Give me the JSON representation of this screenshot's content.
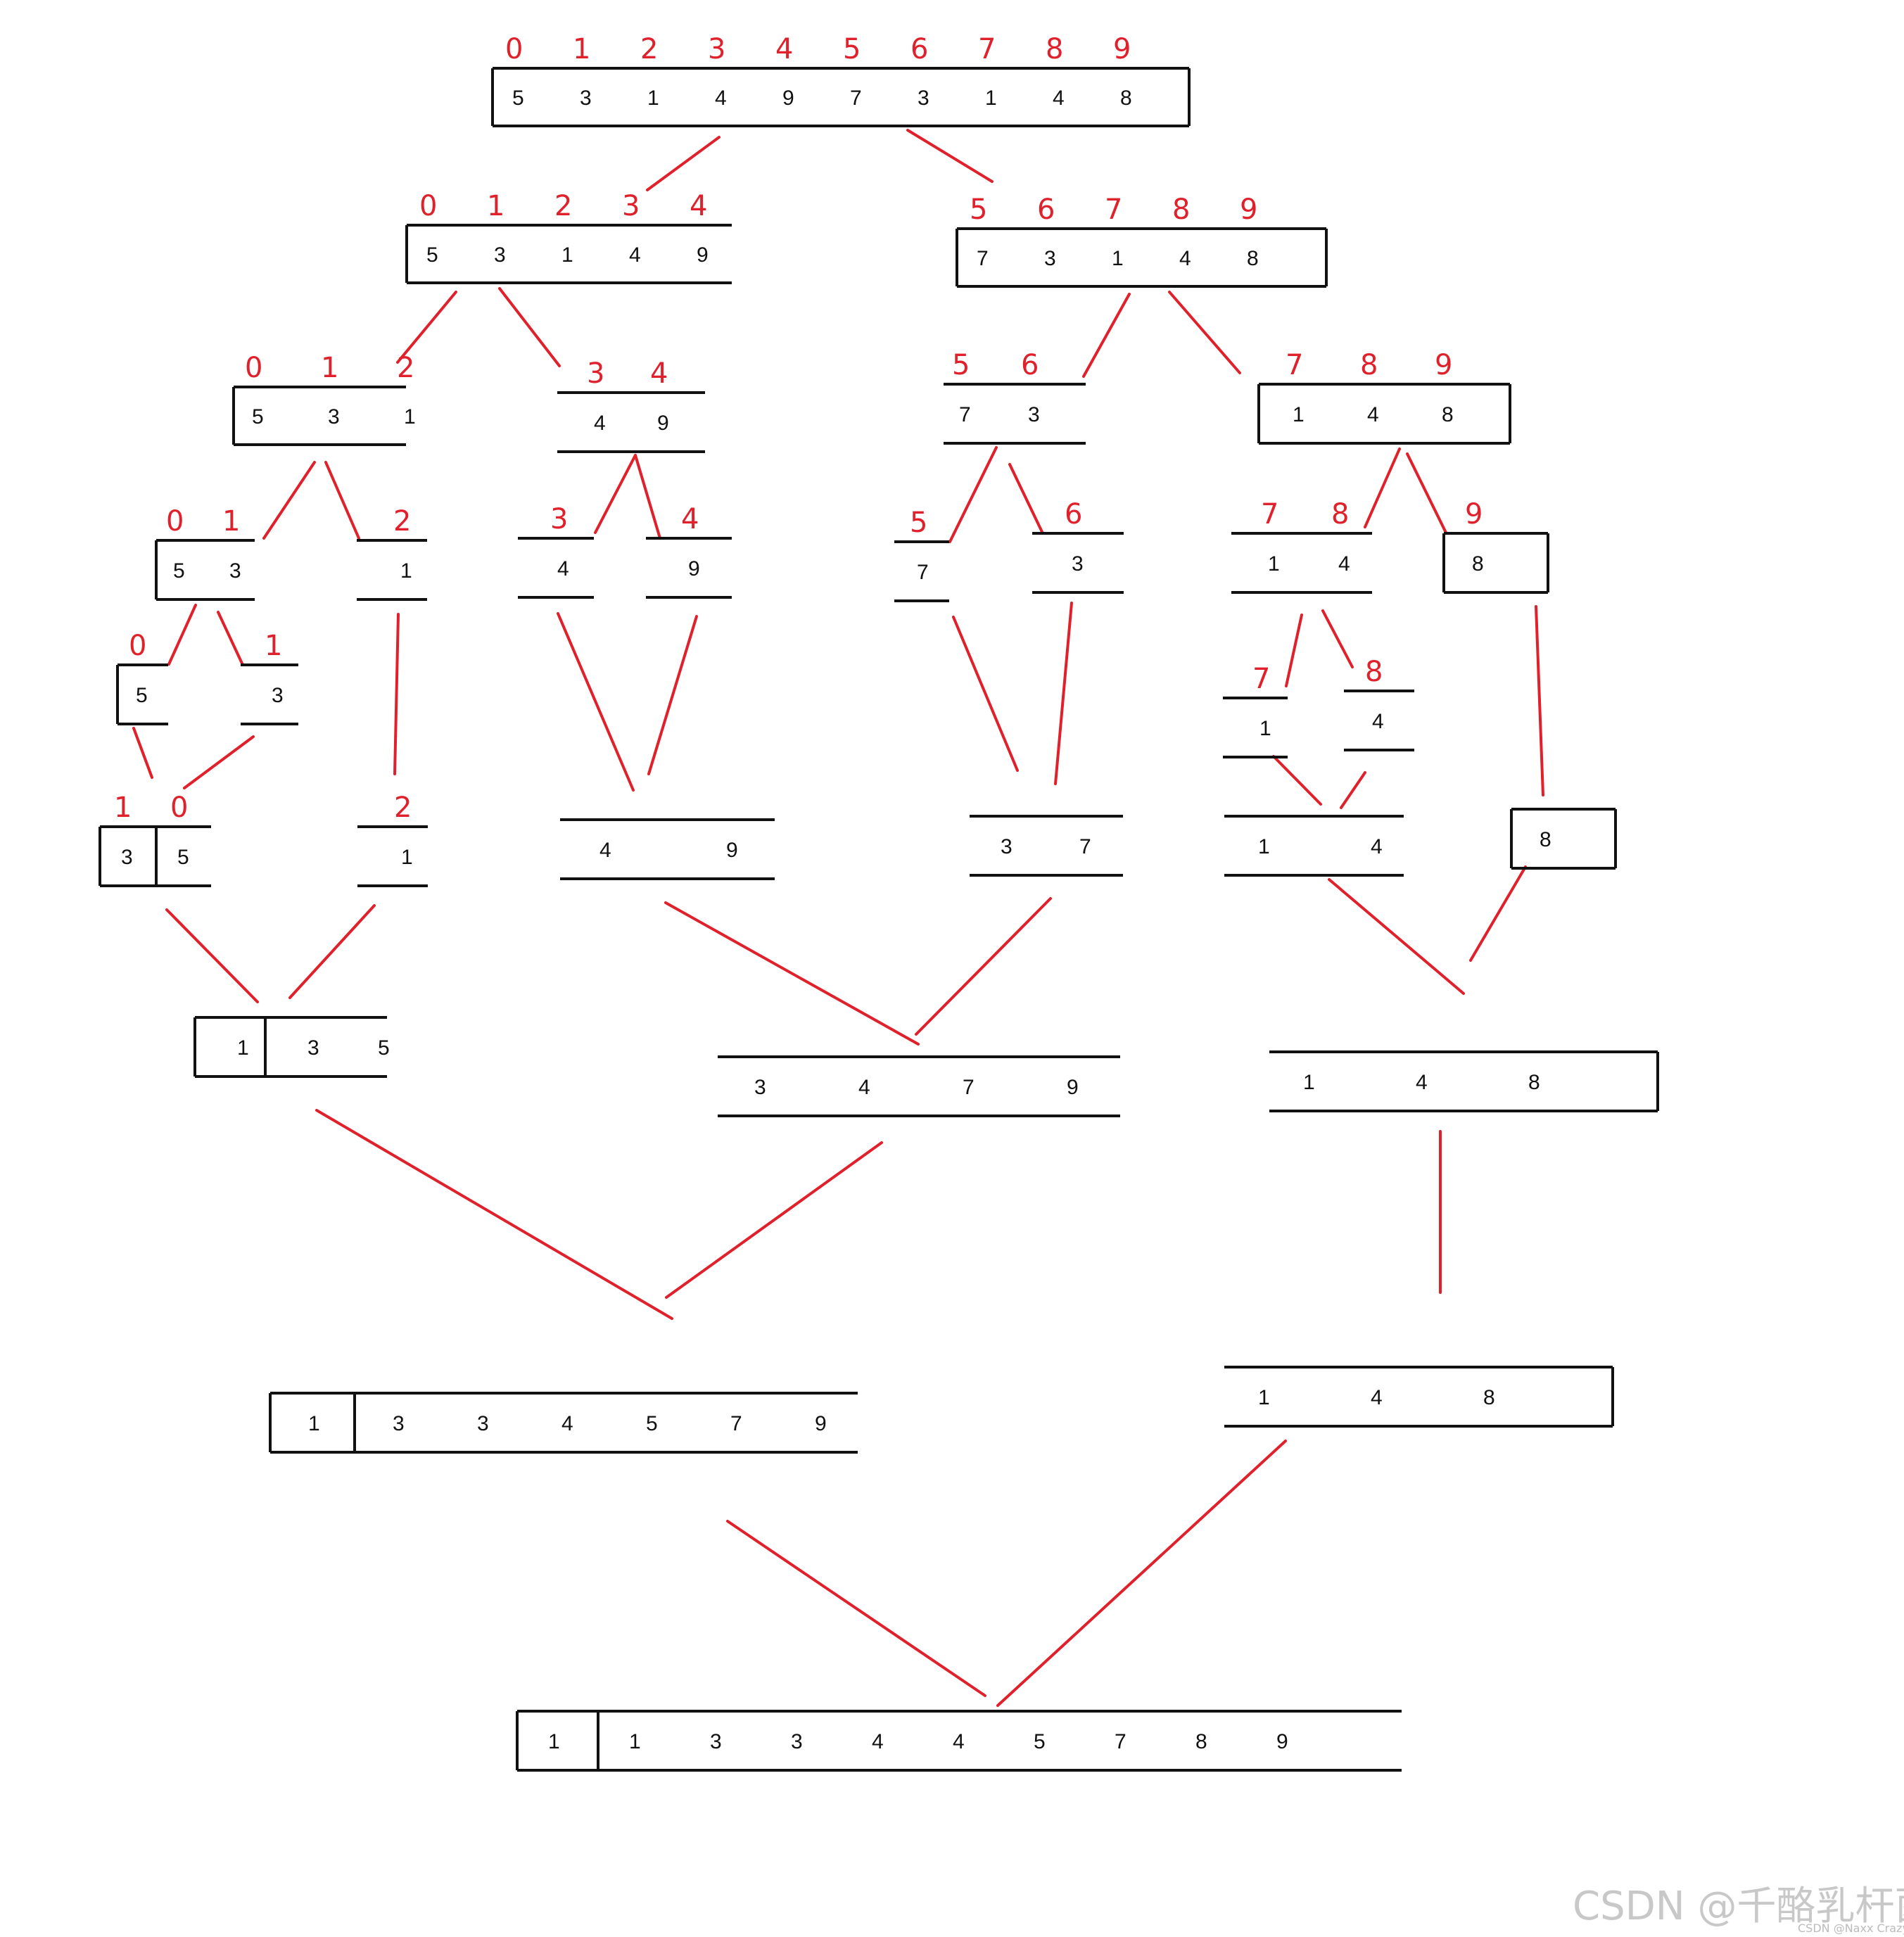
{
  "diagram": {
    "top_array": {
      "indices": [
        "0",
        "1",
        "2",
        "3",
        "4",
        "5",
        "6",
        "7",
        "8",
        "9"
      ],
      "values": [
        "5",
        "3",
        "1",
        "4",
        "9",
        "7",
        "3",
        "1",
        "4",
        "8"
      ]
    },
    "left_half": {
      "indices": [
        "0",
        "1",
        "2",
        "3",
        "4"
      ],
      "values": [
        "5",
        "3",
        "1",
        "4",
        "9"
      ]
    },
    "right_half": {
      "indices": [
        "5",
        "6",
        "7",
        "8",
        "9"
      ],
      "values": [
        "7",
        "3",
        "1",
        "4",
        "8"
      ]
    },
    "n012": {
      "indices": [
        "0",
        "1",
        "2"
      ],
      "values": [
        "5",
        "3",
        "1"
      ]
    },
    "n34": {
      "indices": [
        "3",
        "4"
      ],
      "values": [
        "4",
        "9"
      ]
    },
    "n56": {
      "indices": [
        "5",
        "6"
      ],
      "values": [
        "7",
        "3"
      ]
    },
    "n789": {
      "indices": [
        "7",
        "8",
        "9"
      ],
      "values": [
        "1",
        "4",
        "8"
      ]
    },
    "n01": {
      "indices": [
        "0",
        "1"
      ],
      "values": [
        "5",
        "3"
      ]
    },
    "n2": {
      "indices": [
        "2"
      ],
      "values": [
        "1"
      ]
    },
    "n3": {
      "indices": [
        "3"
      ],
      "values": [
        "4"
      ]
    },
    "n4": {
      "indices": [
        "4"
      ],
      "values": [
        "9"
      ]
    },
    "n5": {
      "indices": [
        "5"
      ],
      "values": [
        "7"
      ]
    },
    "n6": {
      "indices": [
        "6"
      ],
      "values": [
        "3"
      ]
    },
    "n78": {
      "indices": [
        "7",
        "8"
      ],
      "values": [
        "1",
        "4"
      ]
    },
    "n9": {
      "indices": [
        "9"
      ],
      "values": [
        "8"
      ]
    },
    "n0": {
      "indices": [
        "0"
      ],
      "values": [
        "5"
      ]
    },
    "n1": {
      "indices": [
        "1"
      ],
      "values": [
        "3"
      ]
    },
    "n7": {
      "indices": [
        "7"
      ],
      "values": [
        "1"
      ]
    },
    "n8": {
      "indices": [
        "8"
      ],
      "values": [
        "4"
      ]
    },
    "m10": {
      "indices": [
        "1",
        "0"
      ],
      "values": [
        "3",
        "5"
      ]
    },
    "m2": {
      "indices": [
        "2"
      ],
      "values": [
        "1"
      ]
    },
    "m34": {
      "values": [
        "4",
        "9"
      ]
    },
    "m56": {
      "values": [
        "3",
        "7"
      ]
    },
    "m78": {
      "values": [
        "1",
        "4"
      ]
    },
    "m9": {
      "values": [
        "8"
      ]
    },
    "m012": {
      "values": [
        "1",
        "3",
        "5"
      ]
    },
    "m3456": {
      "values": [
        "3",
        "4",
        "7",
        "9"
      ]
    },
    "m789": {
      "values": [
        "1",
        "4",
        "8"
      ]
    },
    "m0to6": {
      "values": [
        "1",
        "3",
        "3",
        "4",
        "5",
        "7",
        "9"
      ]
    },
    "m789b": {
      "values": [
        "1",
        "4",
        "8"
      ]
    },
    "final": {
      "values": [
        "1",
        "1",
        "3",
        "3",
        "4",
        "4",
        "5",
        "7",
        "8",
        "9"
      ]
    }
  },
  "watermark": {
    "text": "CSDN @千酪乳杆菌",
    "small": "CSDN @Naxx Crazy"
  },
  "colors": {
    "line": "#e0202a",
    "box": "#111111",
    "index": "#e0202a"
  }
}
